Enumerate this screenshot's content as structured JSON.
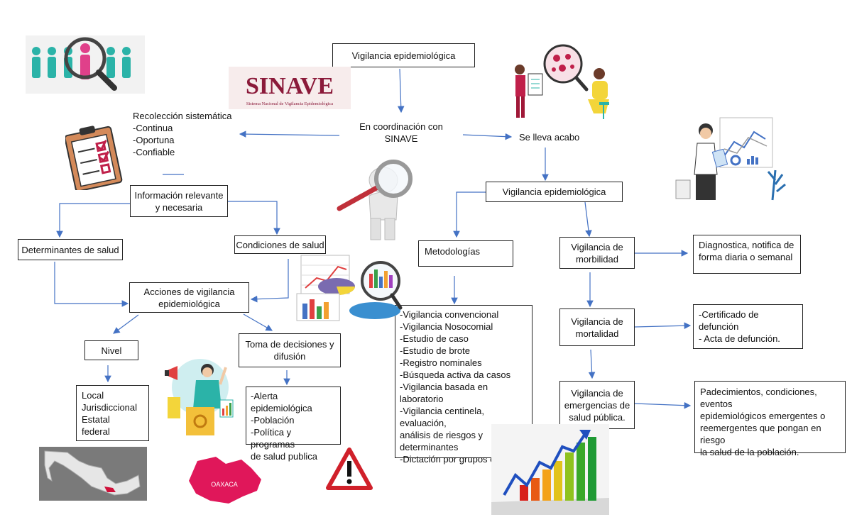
{
  "nodes": {
    "root": "Vigilancia epidemiológica",
    "coord": [
      "En coordinación con",
      "SINAVE"
    ],
    "recoleccion": [
      "Recolección sistemática",
      "-Continua",
      "-Oportuna",
      "-Confiable"
    ],
    "se_lleva": "Se lleva acabo",
    "info": [
      "Información relevante",
      "y necesaria"
    ],
    "vig2": "Vigilancia epidemiológica",
    "determinantes": "Determinantes de salud",
    "condiciones": "Condiciones de salud",
    "metodologias": "Metodologías",
    "morbilidad": [
      "Vigilancia de",
      "morbilidad"
    ],
    "diagnostica": [
      "Diagnostica, notifica de",
      "forma diaria o semanal"
    ],
    "acciones": [
      "Acciones de vigilancia",
      "epidemiológica"
    ],
    "mortalidad": [
      "Vigilancia de",
      "mortalidad"
    ],
    "certificado": [
      "-Certificado de defunción",
      "- Acta de defunción."
    ],
    "nivel": "Nivel",
    "toma": [
      "Toma de decisiones y",
      "difusión"
    ],
    "metodo_list": [
      "-Vigilancia convencional",
      "-Vigilancia Nosocomial",
      "-Estudio de caso",
      "-Estudio de brote",
      "-Registro nominales",
      "-Búsqueda activa da casos",
      "-Vigilancia basada en laboratorio",
      "-Vigilancia centinela, evaluación,",
      "análisis de riesgos y",
      "determinantes",
      "-Dictación por grupos expertos"
    ],
    "emergencias": [
      "Vigilancia de",
      "emergencias de",
      "salud pública."
    ],
    "padecimientos": [
      "Padecimientos, condiciones, eventos",
      "epidemiológicos emergentes o",
      "reemergentes que pongan en riesgo",
      "la salud de la población."
    ],
    "niveles_list": [
      "Local",
      "Jurisdiccional",
      "Estatal",
      "federal"
    ],
    "alerta_list": [
      "-Alerta epidemiológica",
      "-Población",
      "-Política y programas",
      "de salud publica"
    ]
  },
  "logo": {
    "name": "SINAVE",
    "subtitle": "Sistema Nacional de Vigilancia Epidemiológica"
  },
  "map_label": "OAXACA",
  "colors": {
    "arrow": "#4472c4",
    "sinave": "#8b1a3a",
    "oaxaca": "#e0175a"
  }
}
